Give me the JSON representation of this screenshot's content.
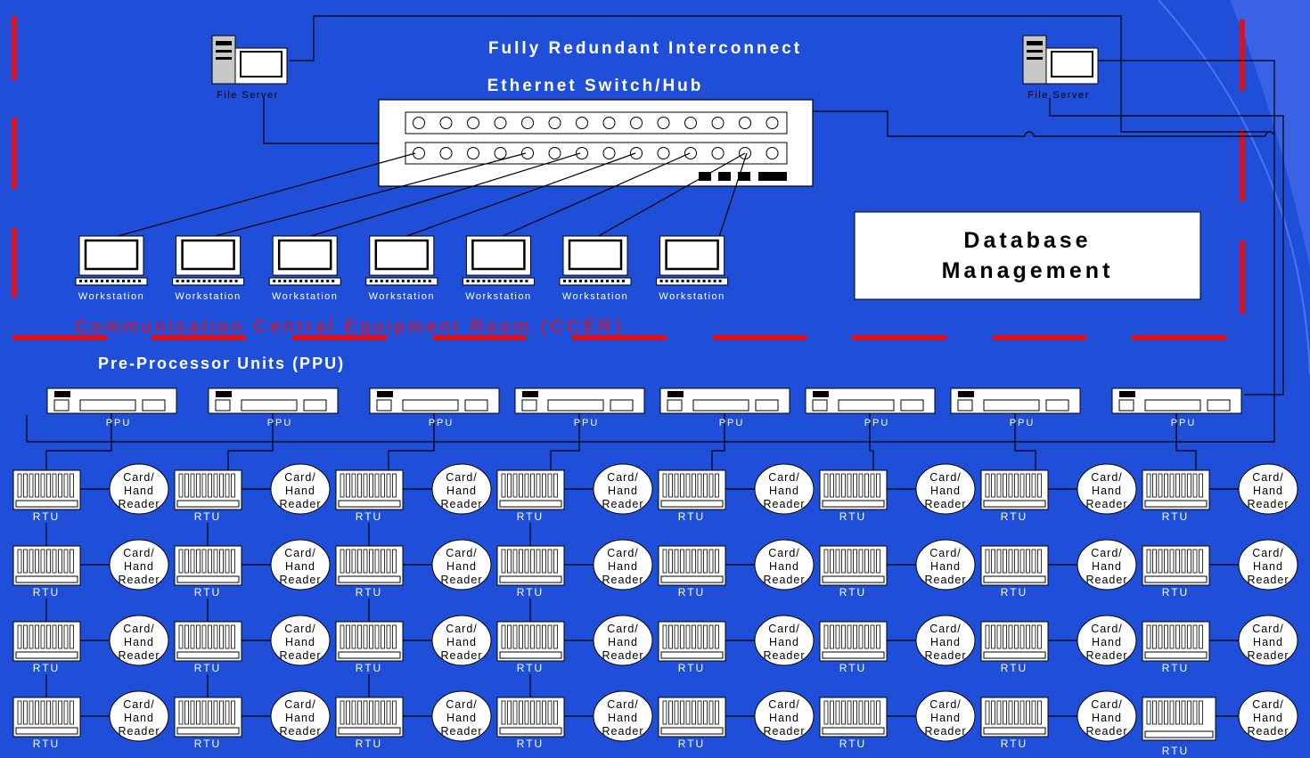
{
  "diagram": {
    "interconnect_label": "Fully Redundant Interconnect",
    "switch_label": "Ethernet Switch/Hub",
    "file_server_label": "File Server",
    "workstation_label": "Workstation",
    "database_label_line1": "Database",
    "database_label_line2": "Management",
    "ccer_label": "Communication Central Equipment Room (CCER)",
    "ppu_section_label": "Pre-Processor Units (PPU)",
    "ppu_label": "PPU",
    "rtu_label": "RTU",
    "reader_line1": "Card/",
    "reader_line2": "Hand",
    "reader_line3": "Reader",
    "workstation_count": 7,
    "ppu_count": 8,
    "rtu_rows": 4
  },
  "colors": {
    "background": "#1f4fd8",
    "accent_red": "#e0101a",
    "line": "#000000",
    "box_fill": "#ffffff"
  }
}
